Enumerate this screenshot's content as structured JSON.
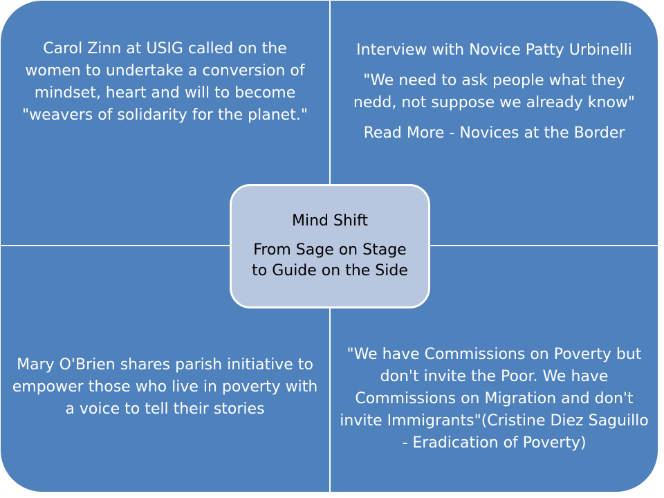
{
  "diagram": {
    "center": {
      "title": "Mind Shift",
      "subtitle": "From Sage on Stage to Guide on the Side"
    },
    "top_left": {
      "text": "Carol Zinn at USIG called on the women to undertake a conversion of mindset, heart and will to become \"weavers of solidarity for the planet.\""
    },
    "top_right": {
      "line1": "Interview with Novice Patty Urbinelli",
      "line2": "\"We need to ask people what they nedd, not suppose we already know\"",
      "line3": "Read More - Novices at the Border"
    },
    "bottom_left": {
      "text": "Mary O'Brien  shares parish initiative to empower those who live in poverty with a voice to tell their stories"
    },
    "bottom_right": {
      "text": "\"We have Commissions on Poverty but don't invite the Poor. We have Commissions on Migration and don't invite Immigrants\"(Cristine Diez Saguillo - Eradication of Poverty)"
    },
    "colors": {
      "quadrant_fill": "#4f81bd",
      "center_fill": "#b8c7df",
      "divider": "#ffffff"
    }
  }
}
